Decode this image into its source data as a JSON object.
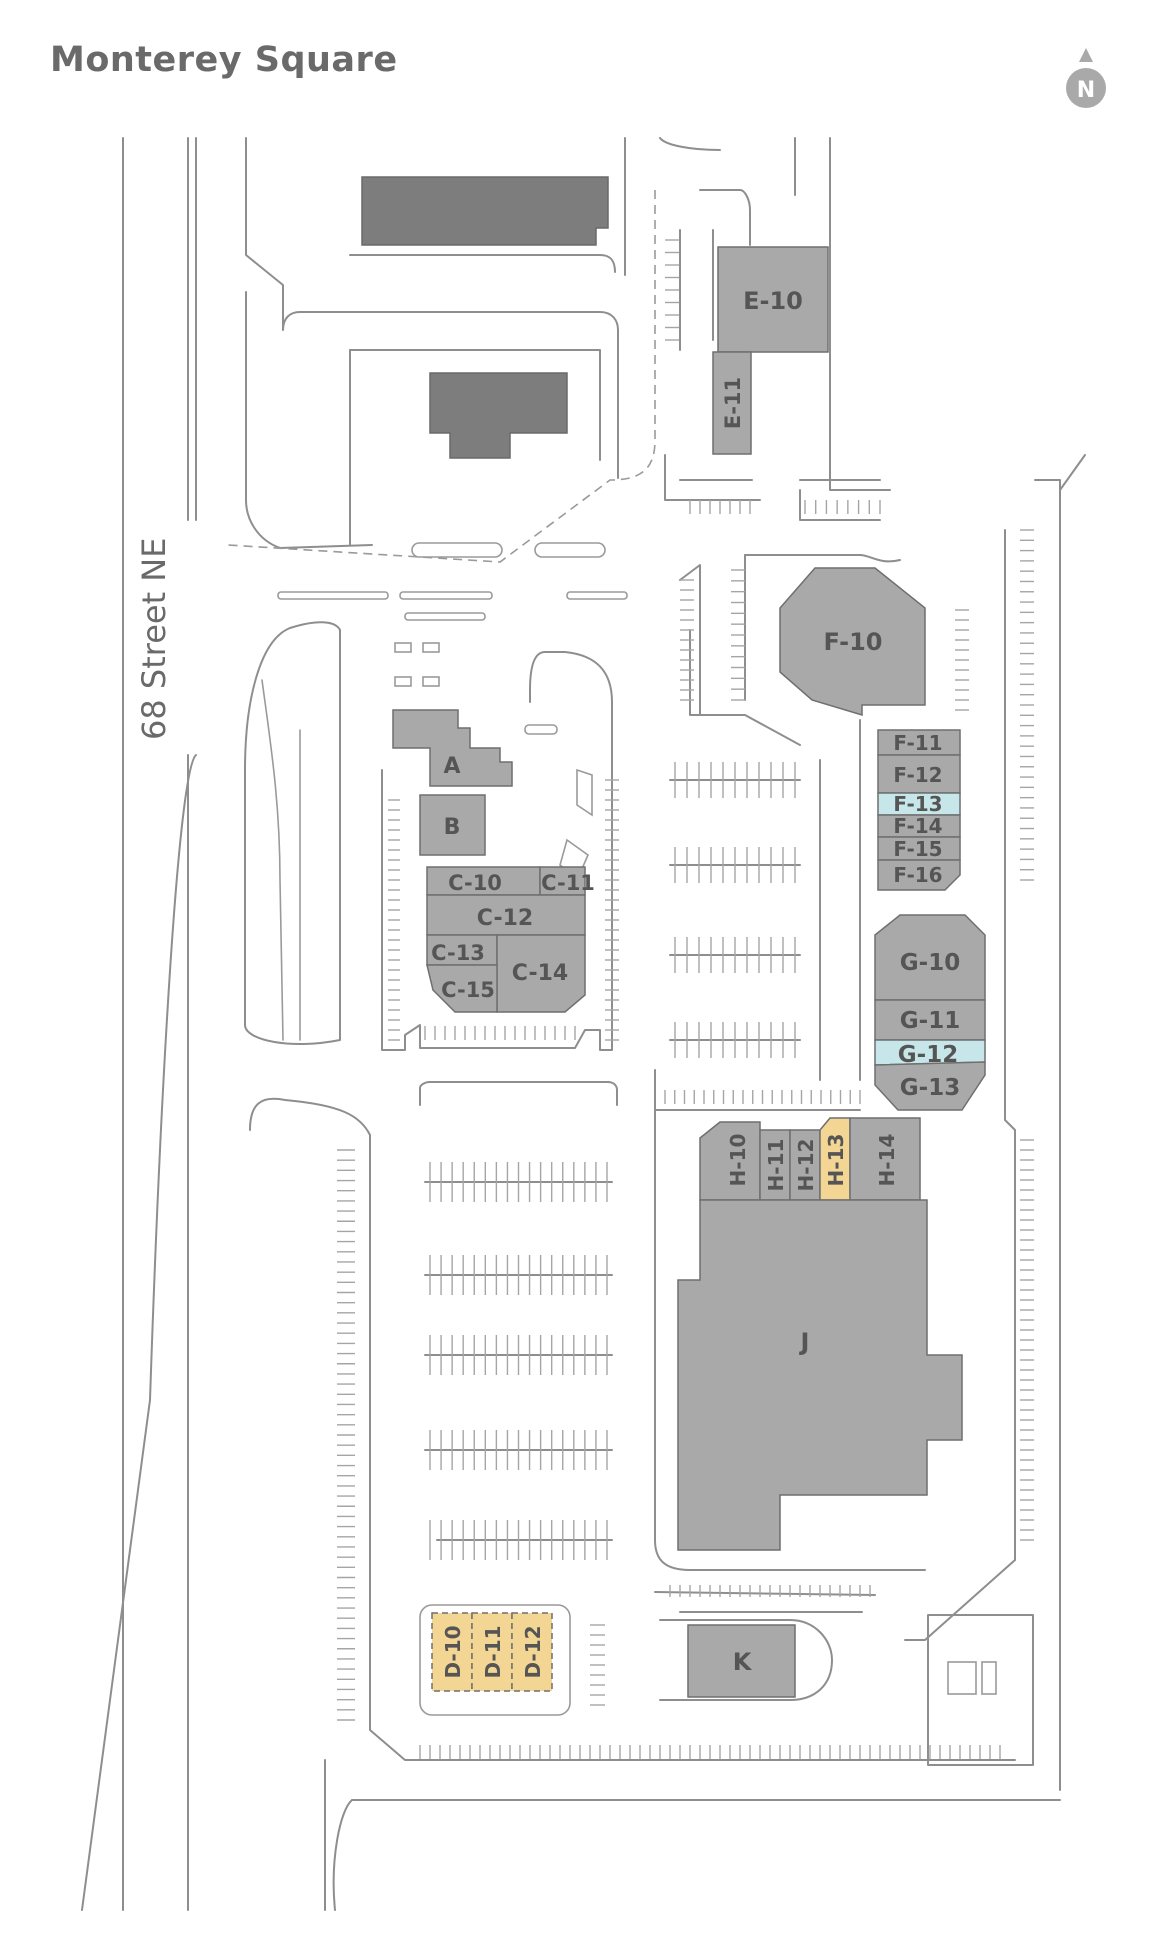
{
  "title": "Monterey Square",
  "street_label": "68 Street NE",
  "compass": {
    "icon": "north-arrow-icon",
    "letter": "N"
  },
  "colors": {
    "unit": "#a9a9a9",
    "anchor": "#7d7d7d",
    "available_blue": "#c6e6ea",
    "available_yellow": "#f3d694",
    "lines": "#8e8e8e"
  },
  "units": {
    "E10": "E-10",
    "E11": "E-11",
    "F10": "F-10",
    "F11": "F-11",
    "F12": "F-12",
    "F13": "F-13",
    "F14": "F-14",
    "F15": "F-15",
    "F16": "F-16",
    "A": "A",
    "B": "B",
    "C10": "C-10",
    "C11": "C-11",
    "C12": "C-12",
    "C13": "C-13",
    "C14": "C-14",
    "C15": "C-15",
    "G10": "G-10",
    "G11": "G-11",
    "G12": "G-12",
    "G13": "G-13",
    "H10": "H-10",
    "H11": "H-11",
    "H12": "H-12",
    "H13": "H-13",
    "H14": "H-14",
    "J": "J",
    "K": "K",
    "D10": "D-10",
    "D11": "D-11",
    "D12": "D-12"
  }
}
